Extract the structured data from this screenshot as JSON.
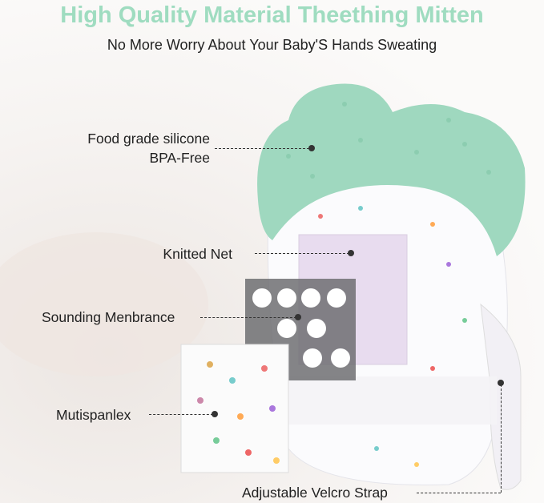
{
  "header": {
    "title": "High Quality Material Theething Mitten",
    "subtitle": "No More Worry About Your Baby'S Hands Sweating"
  },
  "callouts": {
    "silicone_line1": "Food grade silicone",
    "silicone_line2": "BPA-Free",
    "knitted": "Knitted Net",
    "membrane": "Sounding Menbrance",
    "fabric": "Mutispanlex",
    "strap": "Adjustable Velcro Strap"
  },
  "colors": {
    "title": "#9fdcc0",
    "silicone": "#9fd8bf",
    "net": "#e8dcef"
  }
}
